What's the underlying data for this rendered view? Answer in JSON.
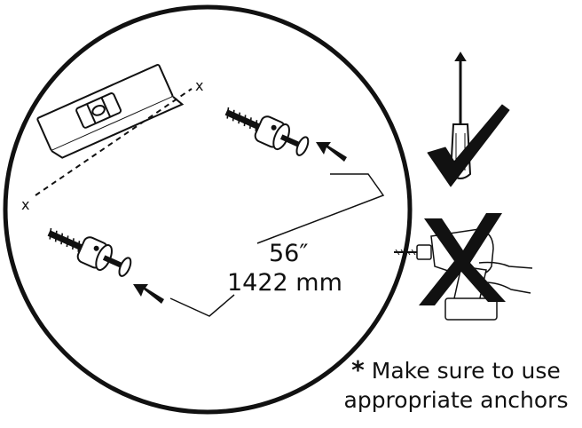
{
  "diagram": {
    "level_marks": [
      "x",
      "x"
    ],
    "measurement": {
      "imperial": "56″",
      "metric": "1422 mm"
    },
    "tools": [
      {
        "name": "screwdriver",
        "verdict": "check-icon"
      },
      {
        "name": "power-drill",
        "verdict": "x-mark-icon"
      }
    ]
  },
  "note": {
    "star": "*",
    "line1": "Make sure to use",
    "line2": "appropriate anchors"
  },
  "colors": {
    "ink": "#111111",
    "background": "#ffffff"
  }
}
